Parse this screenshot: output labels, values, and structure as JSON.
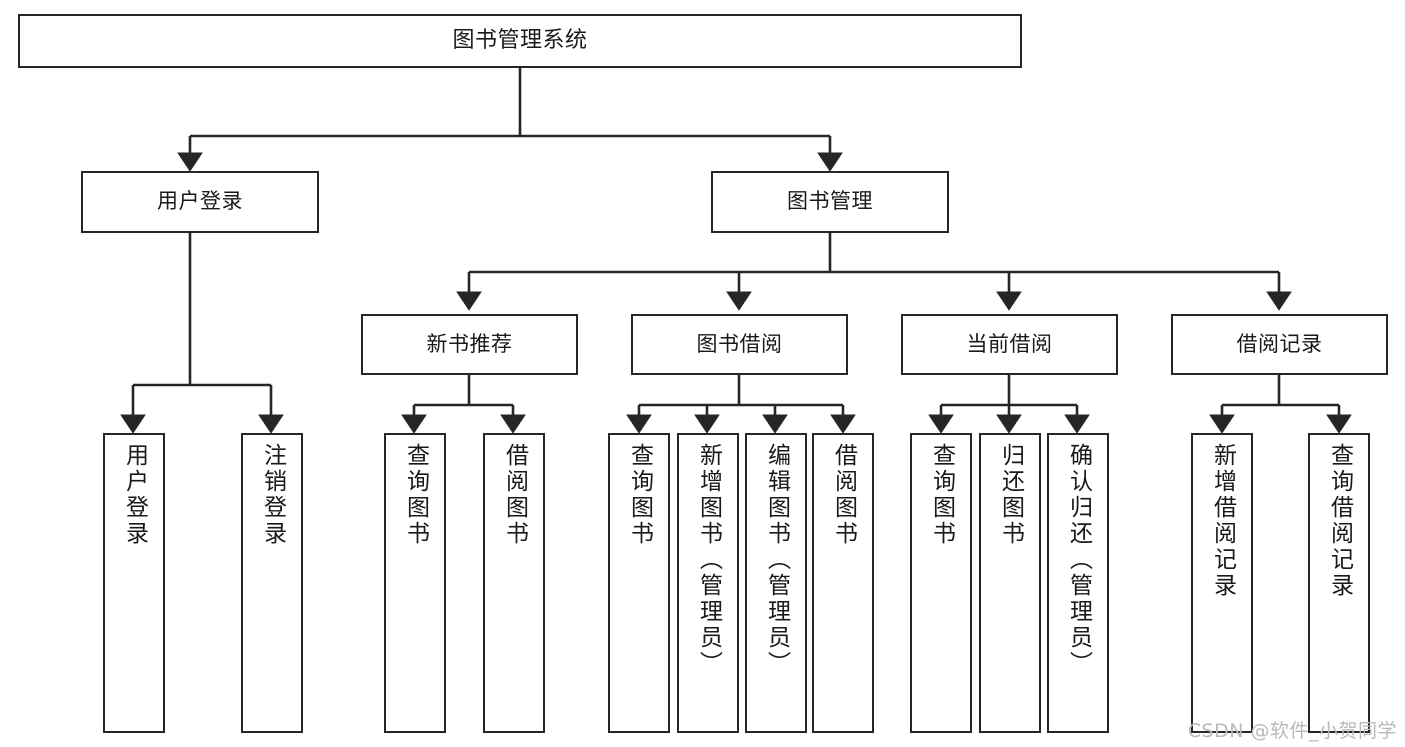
{
  "diagram": {
    "title": "图书管理系统",
    "type": "hierarchy-tree",
    "root": {
      "label": "图书管理系统"
    },
    "level2": [
      {
        "label": "用户登录"
      },
      {
        "label": "图书管理"
      }
    ],
    "level3": [
      {
        "label": "新书推荐"
      },
      {
        "label": "图书借阅"
      },
      {
        "label": "当前借阅"
      },
      {
        "label": "借阅记录"
      }
    ],
    "leaves": {
      "user_login": [
        {
          "label": "用户登录"
        },
        {
          "label": "注销登录"
        }
      ],
      "new_book_recommend": [
        {
          "label": "查询图书"
        },
        {
          "label": "借阅图书"
        }
      ],
      "book_borrow": [
        {
          "label": "查询图书"
        },
        {
          "label": "新增图书（管理员）"
        },
        {
          "label": "编辑图书（管理员）"
        },
        {
          "label": "借阅图书"
        }
      ],
      "current_borrow": [
        {
          "label": "查询图书"
        },
        {
          "label": "归还图书"
        },
        {
          "label": "确认归还（管理员）"
        }
      ],
      "borrow_record": [
        {
          "label": "新增借阅记录"
        },
        {
          "label": "查询借阅记录"
        }
      ]
    }
  },
  "watermark": {
    "text": "CSDN @软件_小贺同学"
  },
  "colors": {
    "box_border": "#262626",
    "box_fill": "#ffffff",
    "line": "#262626",
    "text": "#1a1a1a",
    "watermark": "#b9b9b9"
  }
}
